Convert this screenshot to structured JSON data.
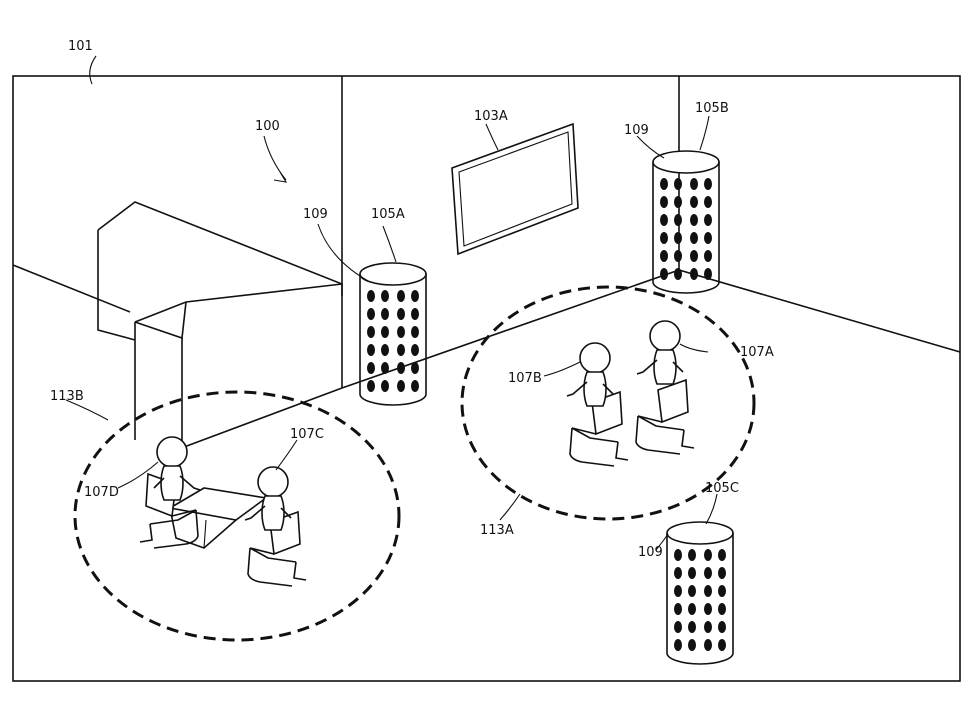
{
  "labels": {
    "room": "101",
    "system": "100",
    "display": "103A",
    "speaker_a": "105A",
    "speaker_b": "105B",
    "speaker_c": "105C",
    "mic_array_a": "109",
    "mic_array_b": "109",
    "mic_array_c": "109",
    "person_a": "107A",
    "person_b": "107B",
    "person_c": "107C",
    "person_d": "107D",
    "zone_a": "113A",
    "zone_b": "113B"
  }
}
